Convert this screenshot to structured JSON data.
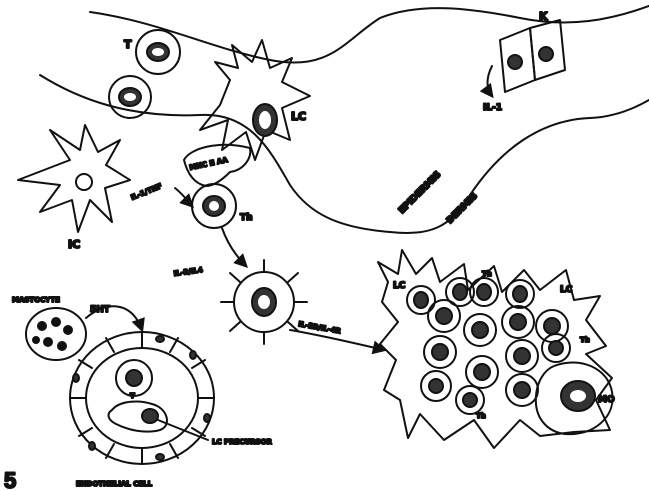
{
  "figure_label": "5",
  "layers": {
    "epidermis": "EPIDERMIS",
    "dermis": "DERMIS"
  },
  "cells": {
    "t_cell": "T",
    "keratinocyte": "K",
    "langerhans_top": "LC",
    "indeterminate_cell": "IC",
    "th_cell": "Th",
    "mastocyte": "MASTOCYTE",
    "vessel_t": "T",
    "lc_precursor": "LC PRECURSOR",
    "endothelial_cell": "ENDOTHELIAL CELL",
    "cluster_lc_left": "LC",
    "cluster_lc_right": "LC",
    "cluster_th_top": "Th",
    "cluster_th_right": "Th",
    "cluster_th_bottom": "Th",
    "macrophage": "MO"
  },
  "signals": {
    "il1_keratinocyte": "IL-1",
    "il1_tnf": "IL-1/TNF",
    "mhc_aa": "MHC II AA",
    "il2_il4": "IL-2/IL4",
    "serotonin": "5HT",
    "il2r_il4r": "IL-2R/IL-4R"
  }
}
